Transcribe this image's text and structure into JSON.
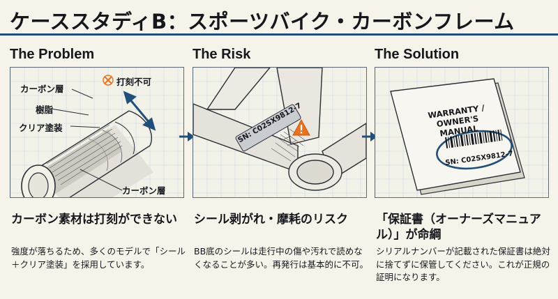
{
  "title": "ケーススタディB：スポーツバイク・カーボンフレーム",
  "colors": {
    "accent": "#1f4f7a",
    "grid": "#bfd3e2",
    "paper": "#f6f4ea",
    "warning": "#e8731f"
  },
  "columns": [
    {
      "heading": "The Problem",
      "labels": {
        "carbon_outer": "カーボン層",
        "resin": "樹脂",
        "clear_coat": "クリア塗装",
        "carbon_inner": "カーボン層",
        "no_engraving": "打刻不可"
      },
      "headline": "カーボン素材は打刻ができない",
      "body": "強度が落ちるため、多くのモデルで「シール＋クリア塗装」を採用しています。"
    },
    {
      "heading": "The Risk",
      "serial_sticker": "SN: C02SX9812-7",
      "headline": "シール剥がれ・摩耗のリスク",
      "body": "BB底のシールは走行中の傷や汚れで読めなくなることが多い。再発行は基本的に不可。"
    },
    {
      "heading": "The Solution",
      "manual_title": "WARRANTY / OWNER'S MANUAL",
      "manual_serial": "SN: C02SX9812-7",
      "headline": "「保証書（オーナーズマニュアル）」が命綱",
      "body": "シリアルナンバーが記載された保証書は絶対に捨てずに保管してください。これが正規の証明になります。"
    }
  ],
  "icons": [
    "cross-icon",
    "warning-icon",
    "arrow-right-icon",
    "barcode-icon"
  ]
}
